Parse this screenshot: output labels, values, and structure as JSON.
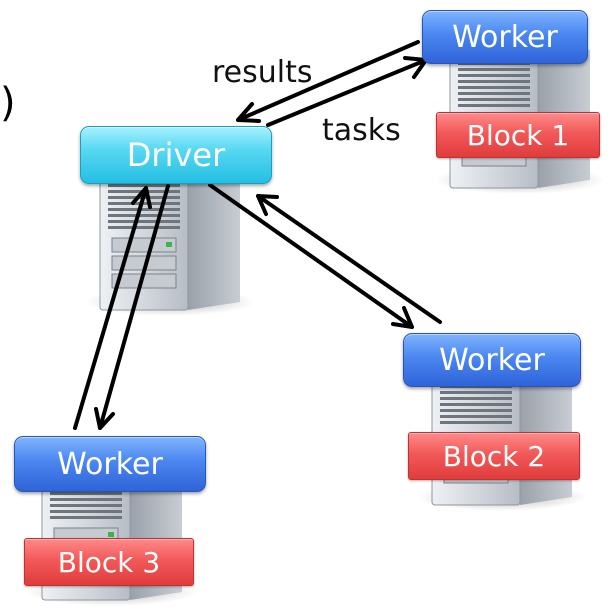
{
  "stray_text": ")",
  "driver": {
    "label": "Driver"
  },
  "workers": [
    {
      "label": "Worker",
      "block": "Block 1"
    },
    {
      "label": "Worker",
      "block": "Block 2"
    },
    {
      "label": "Worker",
      "block": "Block 3"
    }
  ],
  "edge_labels": {
    "results": "results",
    "tasks": "tasks"
  },
  "colors": {
    "driver_pill": "#3fcbe8",
    "worker_pill": "#3f78e6",
    "block_pill": "#ea4b4b",
    "arrow": "#000000"
  },
  "icons": [
    "server-tower-icon"
  ]
}
